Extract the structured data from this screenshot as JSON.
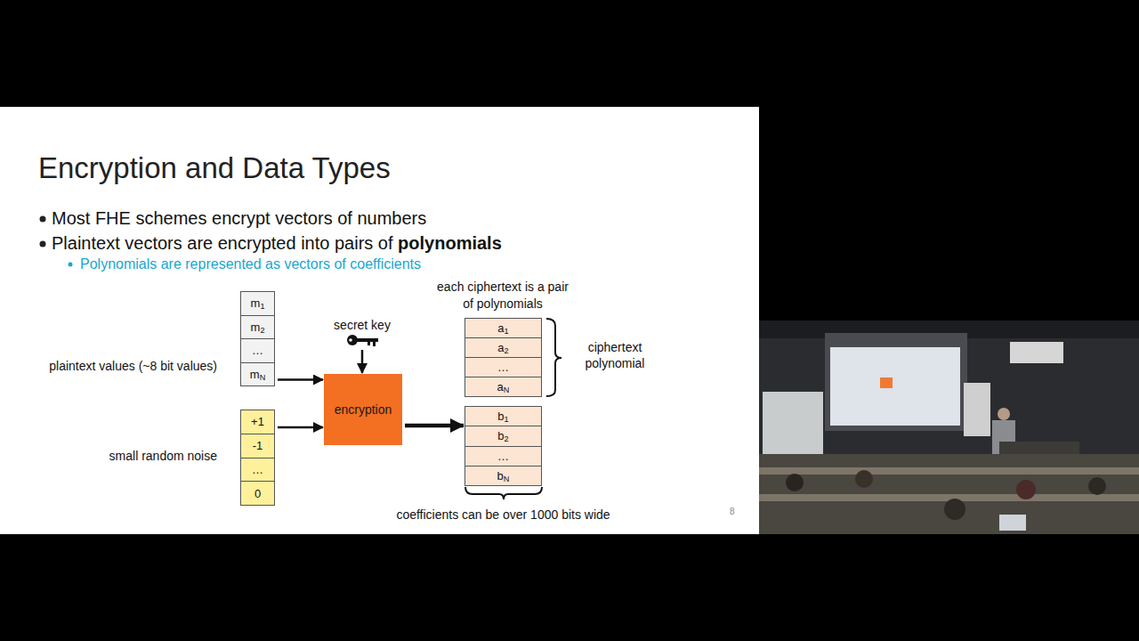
{
  "diagram": {
    "title": "Encryption and Data Types",
    "nodes": [
      {
        "text": [
          "plaintext values (~8 bit values)"
        ]
      },
      {
        "text": [
          "m1"
        ],
        "in": 0
      },
      {
        "text": [
          "m2"
        ],
        "in": 0
      },
      {
        "text": [
          "…"
        ],
        "in": 0
      },
      {
        "text": [
          "mN"
        ],
        "in": 0
      },
      {
        "text": [
          "small random noise"
        ]
      },
      {
        "text": [
          "+1"
        ],
        "in": 5
      },
      {
        "text": [
          "-1"
        ],
        "in": 5
      },
      {
        "text": [
          "…"
        ],
        "in": 5
      },
      {
        "text": [
          "0"
        ],
        "in": 5
      },
      {
        "text": [
          "secret key"
        ]
      },
      {
        "text": [
          "encryption"
        ]
      },
      {
        "text": [
          "ciphertext polynomial"
        ]
      },
      {
        "text": [
          "a1"
        ],
        "in": 12
      },
      {
        "text": [
          "a2"
        ],
        "in": 12
      },
      {
        "text": [
          "…"
        ],
        "in": 12
      },
      {
        "text": [
          "aN"
        ],
        "in": 12
      },
      {
        "text": [
          "coefficients can be over 1000 bits wide"
        ]
      },
      {
        "text": [
          "b1"
        ],
        "in": 17
      },
      {
        "text": [
          "b2"
        ],
        "in": 17
      },
      {
        "text": [
          "…"
        ],
        "in": 17
      },
      {
        "text": [
          "bN"
        ],
        "in": 17
      }
    ],
    "edges": [
      {
        "from": 0,
        "to": 11,
        "arrow": "to"
      },
      {
        "from": 5,
        "to": 11,
        "arrow": "to"
      },
      {
        "from": 10,
        "to": 11,
        "arrow": "to"
      },
      {
        "from": 11,
        "to": 17,
        "arrow": "to"
      }
    ],
    "labels": [
      "Most FHE schemes encrypt vectors of numbers",
      "Plaintext vectors are encrypted into pairs of polynomials",
      "Polynomials are represented as vectors of coefficients",
      "each ciphertext is a pair of polynomials",
      "8"
    ]
  }
}
